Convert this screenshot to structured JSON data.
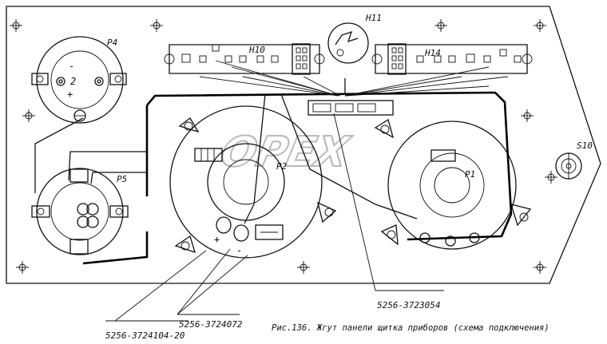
{
  "labels": {
    "p4": "P4",
    "p5": "P5",
    "p2": "P2",
    "p1": "P1",
    "h10": "H10",
    "h11": "H11",
    "h14": "H14",
    "s10": "S10",
    "p4_minus": "-",
    "p4_plus": "+",
    "p4_digit": "2",
    "p2_plus": "+",
    "p2_minus": "-"
  },
  "parts": {
    "harness_main": "5256-3724104-20",
    "harness_sensor": "5256-3724072",
    "harness_panel": "5256-3723054"
  },
  "caption": "Рис.136. Жгут панели щитка приборов (схема подключения)",
  "watermark": "OPEX"
}
